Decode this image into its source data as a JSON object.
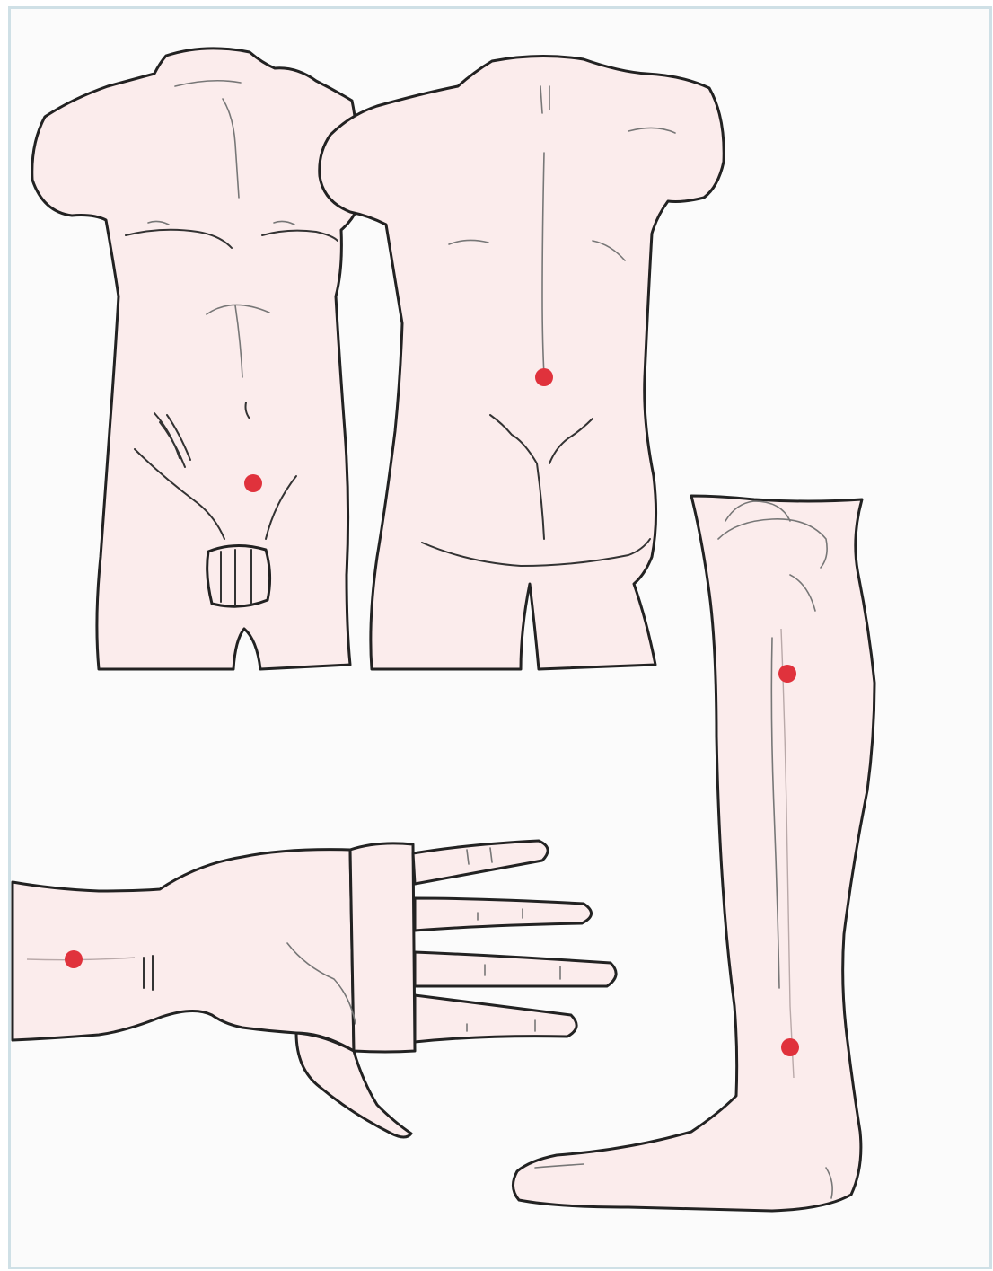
{
  "figure": {
    "description_visible_text": "",
    "colors": {
      "border": "#cfe0e6",
      "skin": "#fbecec",
      "outline": "#222222",
      "point": "#e0323c"
    },
    "points": [
      {
        "id": "abdomen-front-point",
        "region": "torso-front"
      },
      {
        "id": "lower-back-point",
        "region": "torso-back"
      },
      {
        "id": "forearm-point",
        "region": "arm"
      },
      {
        "id": "upper-shin-point",
        "region": "leg"
      },
      {
        "id": "lower-shin-point",
        "region": "leg"
      }
    ]
  }
}
